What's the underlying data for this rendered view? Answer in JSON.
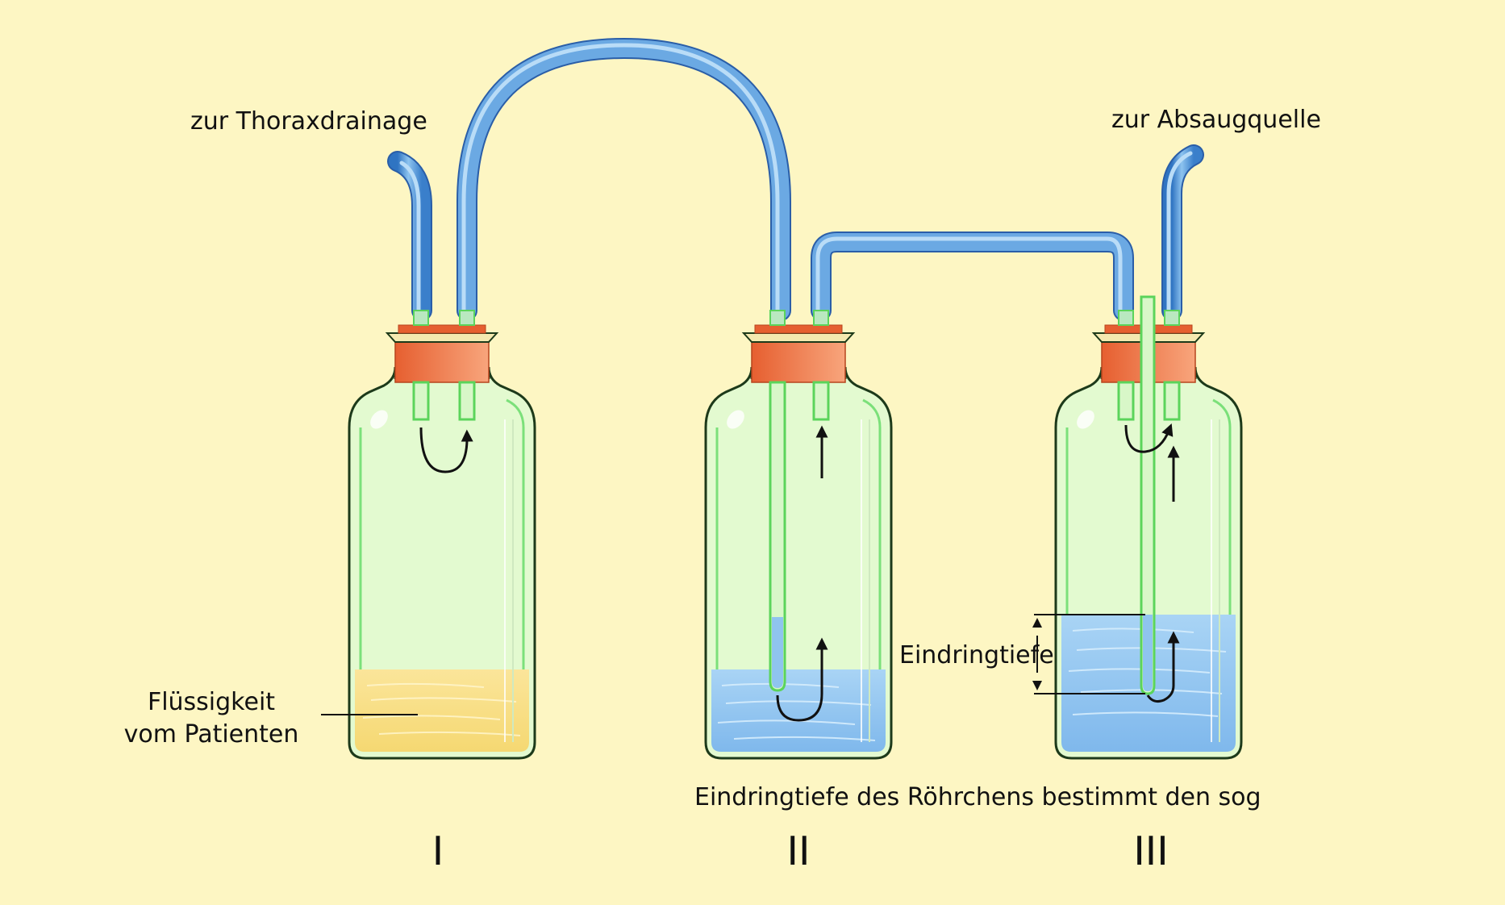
{
  "labels": {
    "to_thorax": "zur Thoraxdrainage",
    "to_suction": "zur Absaugquelle",
    "fluid_line1": "Flüssigkeit",
    "fluid_line2": "vom Patienten",
    "depth": "Eindringtiefe",
    "caption": "Eindringtiefe des Röhrchens bestimmt den sog"
  },
  "bottles": [
    {
      "numeral": "I",
      "liquid": "patient fluid"
    },
    {
      "numeral": "II",
      "liquid": "water seal"
    },
    {
      "numeral": "III",
      "liquid": "suction control water"
    }
  ],
  "colors": {
    "background": "#fdf6c3",
    "bottle_glass": "#e3fad0",
    "bottle_outline": "#70dd70",
    "stopper": "#ef7e52",
    "tube_blue": "#4c93d6",
    "patient_fluid": "#f9e08a",
    "water": "#9fcdf2"
  }
}
